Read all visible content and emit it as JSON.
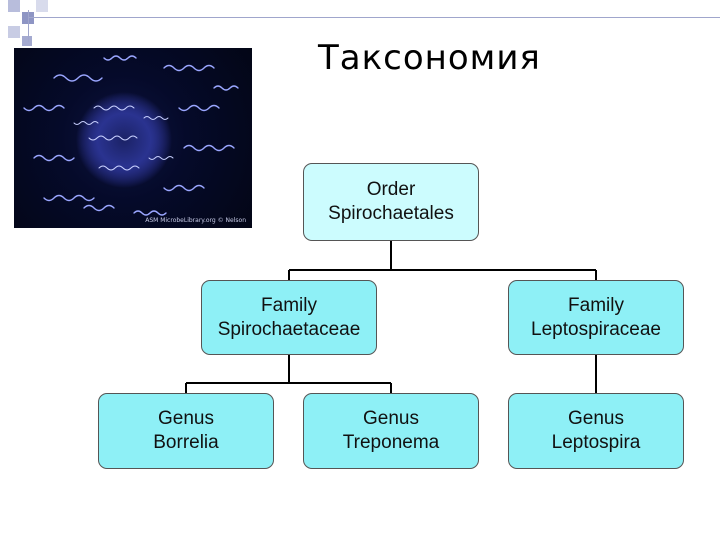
{
  "title": "Таксономия",
  "photo": {
    "credit": "ASM MicrobeLibrary.org © Nelson"
  },
  "nodes": {
    "order": {
      "rank": "Order",
      "name": "Spirochaetales"
    },
    "family1": {
      "rank": "Family",
      "name": "Spirochaetaceae"
    },
    "family2": {
      "rank": "Family",
      "name": "Leptospiraceae"
    },
    "genus1": {
      "rank": "Genus",
      "name": "Borrelia"
    },
    "genus2": {
      "rank": "Genus",
      "name": "Treponema"
    },
    "genus3": {
      "rank": "Genus",
      "name": "Leptospira"
    }
  },
  "colors": {
    "node_top": "#ccfcfe",
    "node_lower": "#8ef0f6",
    "decor_squares": "#9aa0c8",
    "connector": "#000000"
  }
}
